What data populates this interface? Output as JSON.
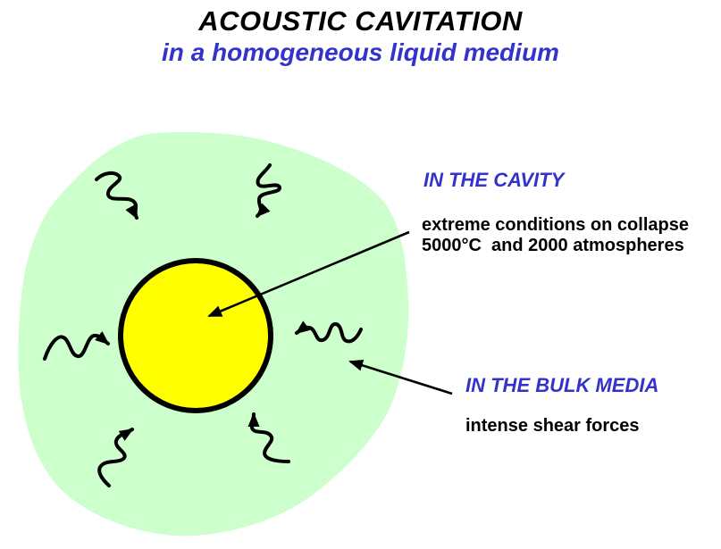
{
  "slide": {
    "title": "ACOUSTIC CAVITATION",
    "subtitle": "in a homogeneous liquid medium"
  },
  "callouts": {
    "cavity": {
      "heading": "IN THE CAVITY",
      "description": "extreme conditions on collapse\n5000°C  and 2000 atmospheres"
    },
    "bulk_media": {
      "heading": "IN THE BULK MEDIA",
      "description": "intense shear forces"
    }
  },
  "diagram": {
    "wave_arrow_count": 6,
    "colors": {
      "background": "#ffffff",
      "liquid_medium_fill": "#ccffcc",
      "cavity_fill": "#ffff00",
      "outline": "#000000",
      "heading_blue": "#3333cc"
    }
  }
}
